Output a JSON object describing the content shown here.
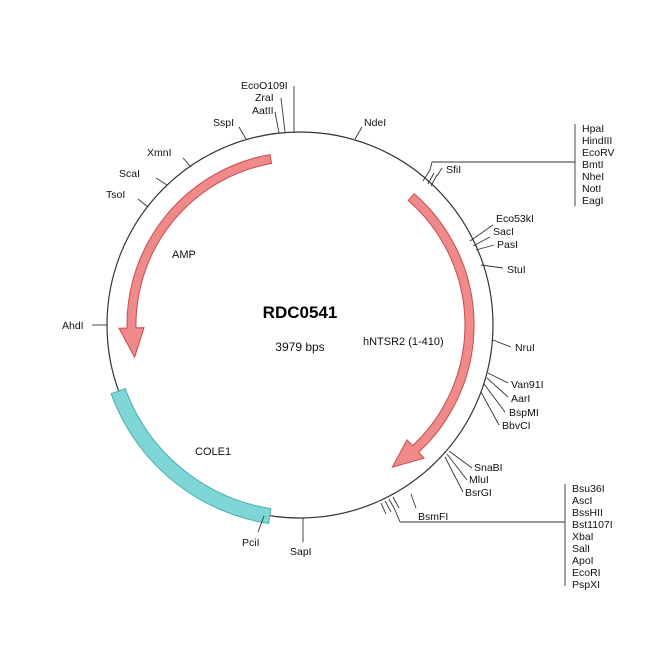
{
  "plasmid": {
    "name": "RDC0541",
    "size_label": "3979 bps"
  },
  "colors": {
    "arrow_fill": "#f08a8a",
    "arrow_stroke": "#c84a4a",
    "cole1_fill": "#7fd6d6",
    "cole1_stroke": "#44b0b0",
    "backbone": "#333333"
  },
  "features": [
    {
      "name": "AMP",
      "type": "arrow",
      "direction": "ccw"
    },
    {
      "name": "hNTSR2 (1-410)",
      "type": "arrow",
      "direction": "cw"
    },
    {
      "name": "COLE1",
      "type": "block"
    }
  ],
  "sites": {
    "ecoo109i": "EcoO109I",
    "zrai": "ZraI",
    "aatii": "AatII",
    "sspi": "SspI",
    "xmni": "XmnI",
    "scai": "ScaI",
    "tsoi": "TsoI",
    "ahdi": "AhdI",
    "ndei": "NdeI",
    "sfii": "SfiI",
    "eco53ki": "Eco53kI",
    "saci": "SacI",
    "pasi": "PasI",
    "stui": "StuI",
    "nrui": "NruI",
    "van91i": "Van91I",
    "aari": "AarI",
    "bspmi": "BspMI",
    "bbvci": "BbvCI",
    "snabi": "SnaBI",
    "mlui": "MluI",
    "bsrgi": "BsrGI",
    "bsmfi": "BsmFI",
    "sapi": "SapI",
    "pcii": "PciI"
  },
  "mcs_group_1": [
    "HpaI",
    "HindIII",
    "EcoRV",
    "BmtI",
    "NheI",
    "NotI",
    "EagI"
  ],
  "mcs_group_2": [
    "Bsu36I",
    "AscI",
    "BssHII",
    "Bst1107I",
    "XbaI",
    "SalI",
    "ApoI",
    "EcoRI",
    "PspXI"
  ]
}
